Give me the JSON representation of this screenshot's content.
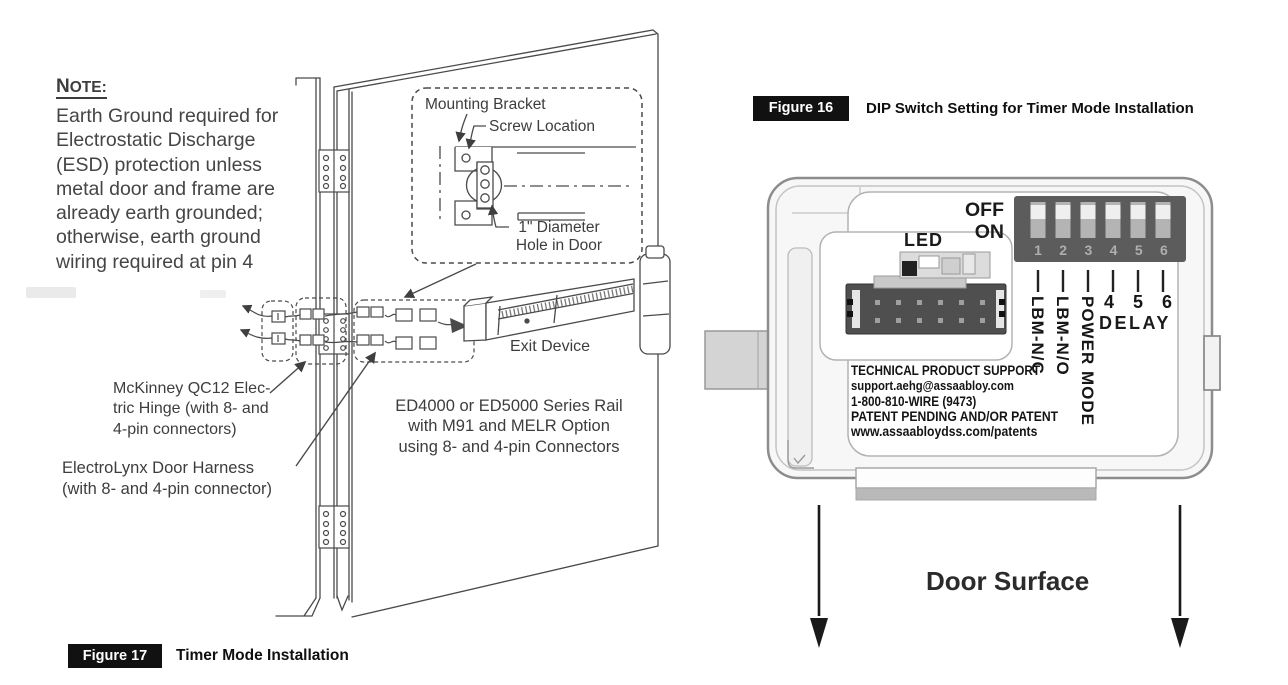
{
  "page": {
    "background": "#ffffff"
  },
  "figure17": {
    "tag": "Figure 17",
    "title": "Timer Mode Installation",
    "note": {
      "heading_initial": "N",
      "heading_rest": "OTE:",
      "lines": [
        "Earth Ground required for",
        "Electrostatic Discharge",
        "(ESD) protection unless",
        "metal door and frame are",
        "already earth grounded;",
        "otherwise, earth ground",
        "wiring required at pin 4"
      ]
    },
    "detail": {
      "mounting_bracket": "Mounting Bracket",
      "screw_location": "Screw Location",
      "hole_line1": "1\" Diameter",
      "hole_line2": "Hole in Door"
    },
    "labels": {
      "exit_device": "Exit Device",
      "mckinney": [
        "McKinney QC12 Elec-",
        "tric Hinge (with 8- and",
        "4-pin connectors)"
      ],
      "electrolynx": [
        "ElectroLynx Door Harness",
        "(with 8- and 4-pin connector)"
      ],
      "rail": [
        "ED4000 or ED5000 Series Rail",
        "with M91 and MELR Option",
        "using 8- and 4-pin Connectors"
      ]
    }
  },
  "figure16": {
    "tag": "Figure 16",
    "title": "DIP Switch Setting for Timer Mode Installation",
    "module": {
      "off": "OFF",
      "on": "ON",
      "led": "LED",
      "switch_numbers": [
        "1",
        "2",
        "3",
        "4",
        "5",
        "6"
      ],
      "vertical_labels": [
        "LBM-N/C",
        "LBM-N/O",
        "POWER MODE"
      ],
      "delay_numbers": [
        "4",
        "5",
        "6"
      ],
      "delay": "DELAY",
      "support": [
        "TECHNICAL PRODUCT SUPPORT",
        "support.aehg@assaabloy.com",
        "1-800-810-WIRE (9473)",
        "PATENT PENDING AND/OR PATENT",
        "www.assaabloydss.com/patents"
      ]
    },
    "door_surface": "Door Surface"
  },
  "colors": {
    "caption_box": "#111111",
    "caption_text": "#ffffff",
    "ink": "#3f3f3f",
    "dip_block": "#5c5c5c",
    "arrow": "#1a1a1a"
  }
}
